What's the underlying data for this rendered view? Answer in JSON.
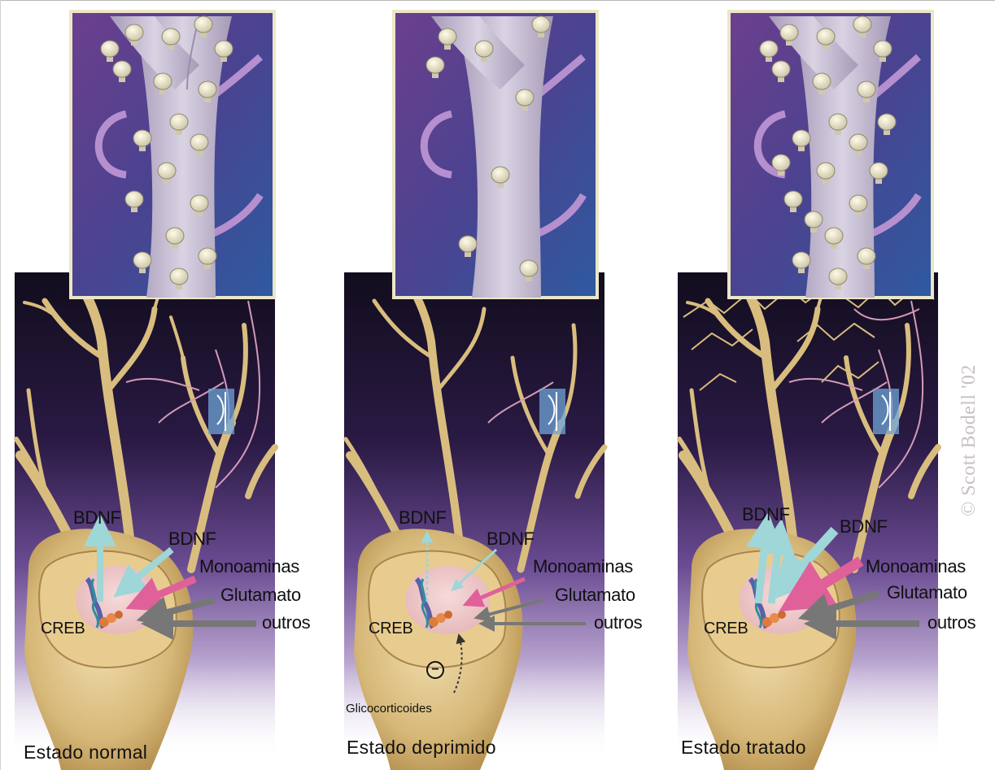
{
  "panels": [
    {
      "caption": "Estado normal",
      "labels": {
        "bdnf_out": "BDNF",
        "bdnf_in": "BDNF",
        "monoaminas": "Monoaminas",
        "glutamato": "Glutamato",
        "outros": "outros",
        "creb": "CREB"
      }
    },
    {
      "caption": "Estado deprimido",
      "labels": {
        "bdnf_out": "BDNF",
        "bdnf_in": "BDNF",
        "monoaminas": "Monoaminas",
        "glutamato": "Glutamato",
        "outros": "outros",
        "creb": "CREB"
      },
      "inhibition_symbol": "−",
      "glucocorticoids": "Glicocorticoides"
    },
    {
      "caption": "Estado tratado",
      "labels": {
        "bdnf_out": "BDNF",
        "bdnf_in": "BDNF",
        "monoaminas": "Monoaminas",
        "glutamato": "Glutamato",
        "outros": "outros",
        "creb": "CREB"
      }
    }
  ],
  "credit": "© Scott Bodell '02",
  "colors": {
    "background_dark": "#1d1430",
    "background_purple": "#5a3a86",
    "dendrite": "#e1c78a",
    "soma_fill": "#d8bd7f",
    "nucleus": "#f0c9c6",
    "arrow_bdnf": "#9fd6d8",
    "arrow_monoamines": "#e0609a",
    "arrow_gray": "#777777",
    "inset_bg": "#4b3f8f",
    "spine": "#ece7cf"
  }
}
